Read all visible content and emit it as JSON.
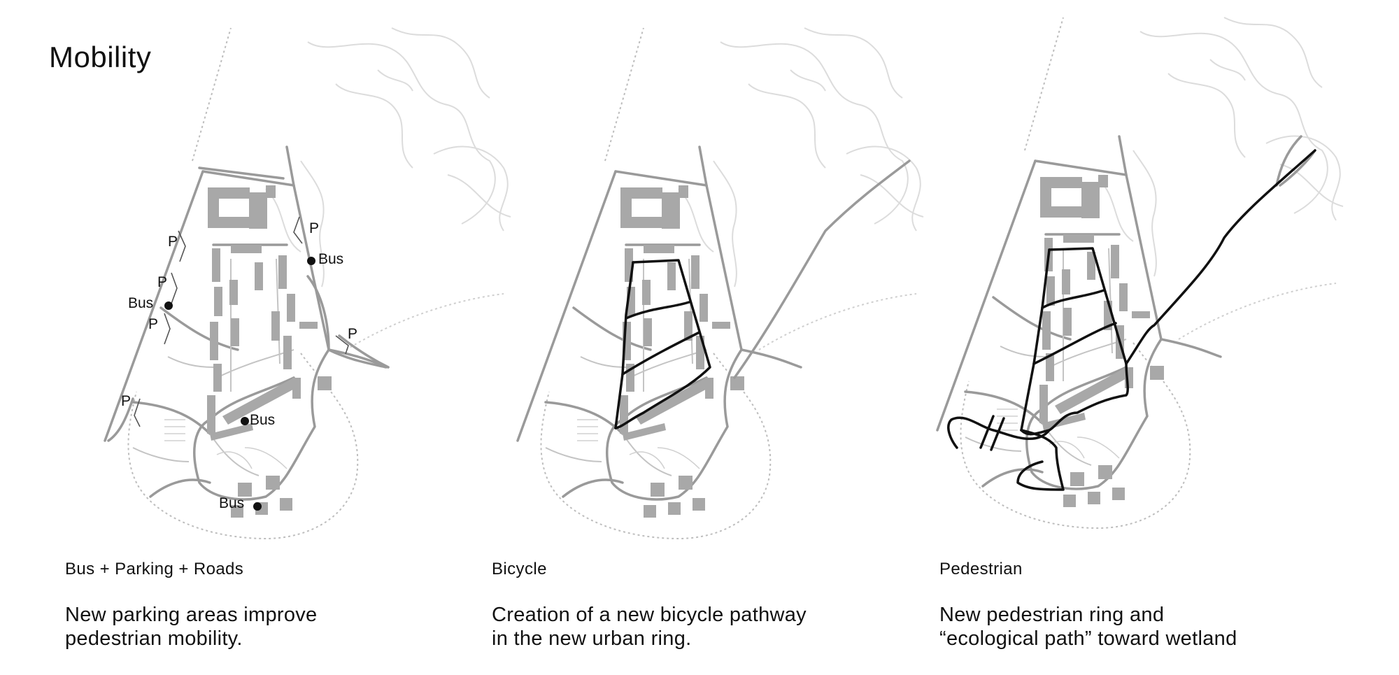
{
  "title": "Mobility",
  "panels": [
    {
      "id": "bus",
      "caption": "Bus + Parking + Roads",
      "description_line1": "New parking areas improve",
      "description_line2": "pedestrian mobility.",
      "labels": {
        "p1": "P",
        "p2": "P",
        "p3": "P",
        "p4": "P",
        "p5": "P",
        "p6": "P",
        "bus1": "Bus",
        "bus2": "Bus",
        "bus3": "Bus",
        "bus4": "Bus"
      }
    },
    {
      "id": "bicycle",
      "caption": "Bicycle",
      "description_line1": "Creation of a new bicycle pathway",
      "description_line2": "in the new urban ring."
    },
    {
      "id": "pedestrian",
      "caption": "Pedestrian",
      "description_line1": "New pedestrian ring and",
      "description_line2": "“ecological path” toward wetland"
    }
  ],
  "colors": {
    "road": "#9a9a9a",
    "building": "#a8a8a8",
    "contour": "#d6d6d6",
    "path": "#111111"
  }
}
